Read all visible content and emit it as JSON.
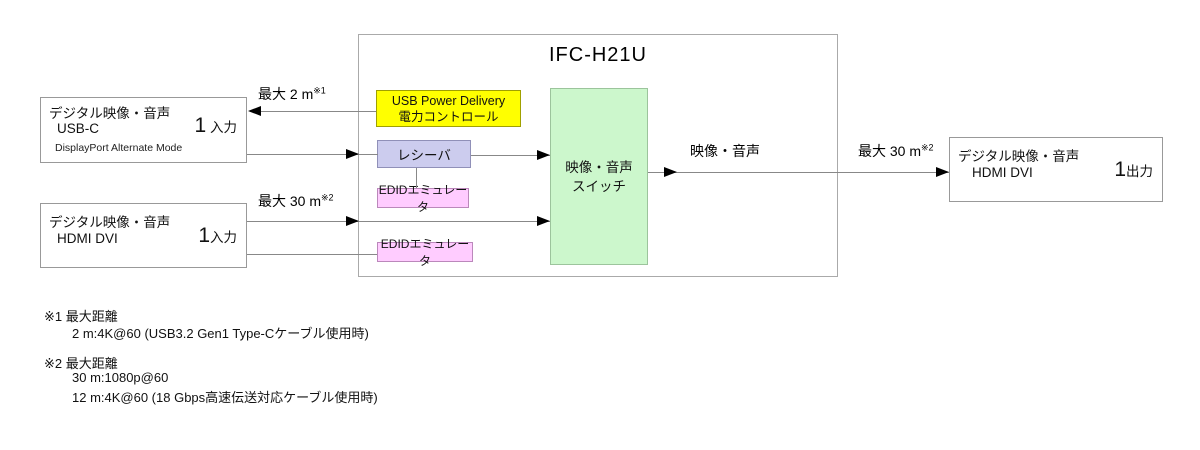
{
  "device": {
    "title": "IFC-H21U"
  },
  "inputs": {
    "usb": {
      "type_label": "デジタル映像・音声",
      "port_label": "USB-C",
      "count": "1",
      "count_unit": " 入力",
      "note": "DisplayPort Alternate Mode"
    },
    "hdmi": {
      "type_label": "デジタル映像・音声",
      "port_label": "HDMI DVI",
      "count": "1",
      "count_unit": "入力"
    }
  },
  "output": {
    "type_label": "デジタル映像・音声",
    "port_label": "HDMI DVI",
    "count": "1",
    "count_unit": "出力"
  },
  "internal": {
    "pd_line1": "USB Power Delivery",
    "pd_line2": "電力コントロール",
    "receiver": "レシーバ",
    "edid1": "EDIDエミュレータ",
    "edid2": "EDIDエミュレータ",
    "switch_line1": "映像・音声",
    "switch_line2": "スイッチ"
  },
  "line_labels": {
    "max_2m": {
      "text": "最大 2 m",
      "sup": "※1"
    },
    "max_30m_in": {
      "text": "最大 30 m",
      "sup": "※2"
    },
    "video_audio": "映像・音声",
    "max_30m_out": {
      "text": "最大 30 m",
      "sup": "※2"
    }
  },
  "footnotes": [
    {
      "marker": "※1",
      "title": "最大距離",
      "lines": [
        "2 m:4K@60 (USB3.2 Gen1 Type-Cケーブル使用時)"
      ]
    },
    {
      "marker": "※2",
      "title": "最大距離",
      "lines": [
        "30 m:1080p@60",
        "12 m:4K@60 (18 Gbps高速伝送対応ケーブル使用時)"
      ]
    }
  ],
  "colors": {
    "pd_box": "#ffff00",
    "receiver_box": "#ccccee",
    "edid_box": "#ffccff",
    "switch_box": "#ccf7cc",
    "line": "#888888",
    "arrow": "#000000",
    "border": "#999999"
  }
}
